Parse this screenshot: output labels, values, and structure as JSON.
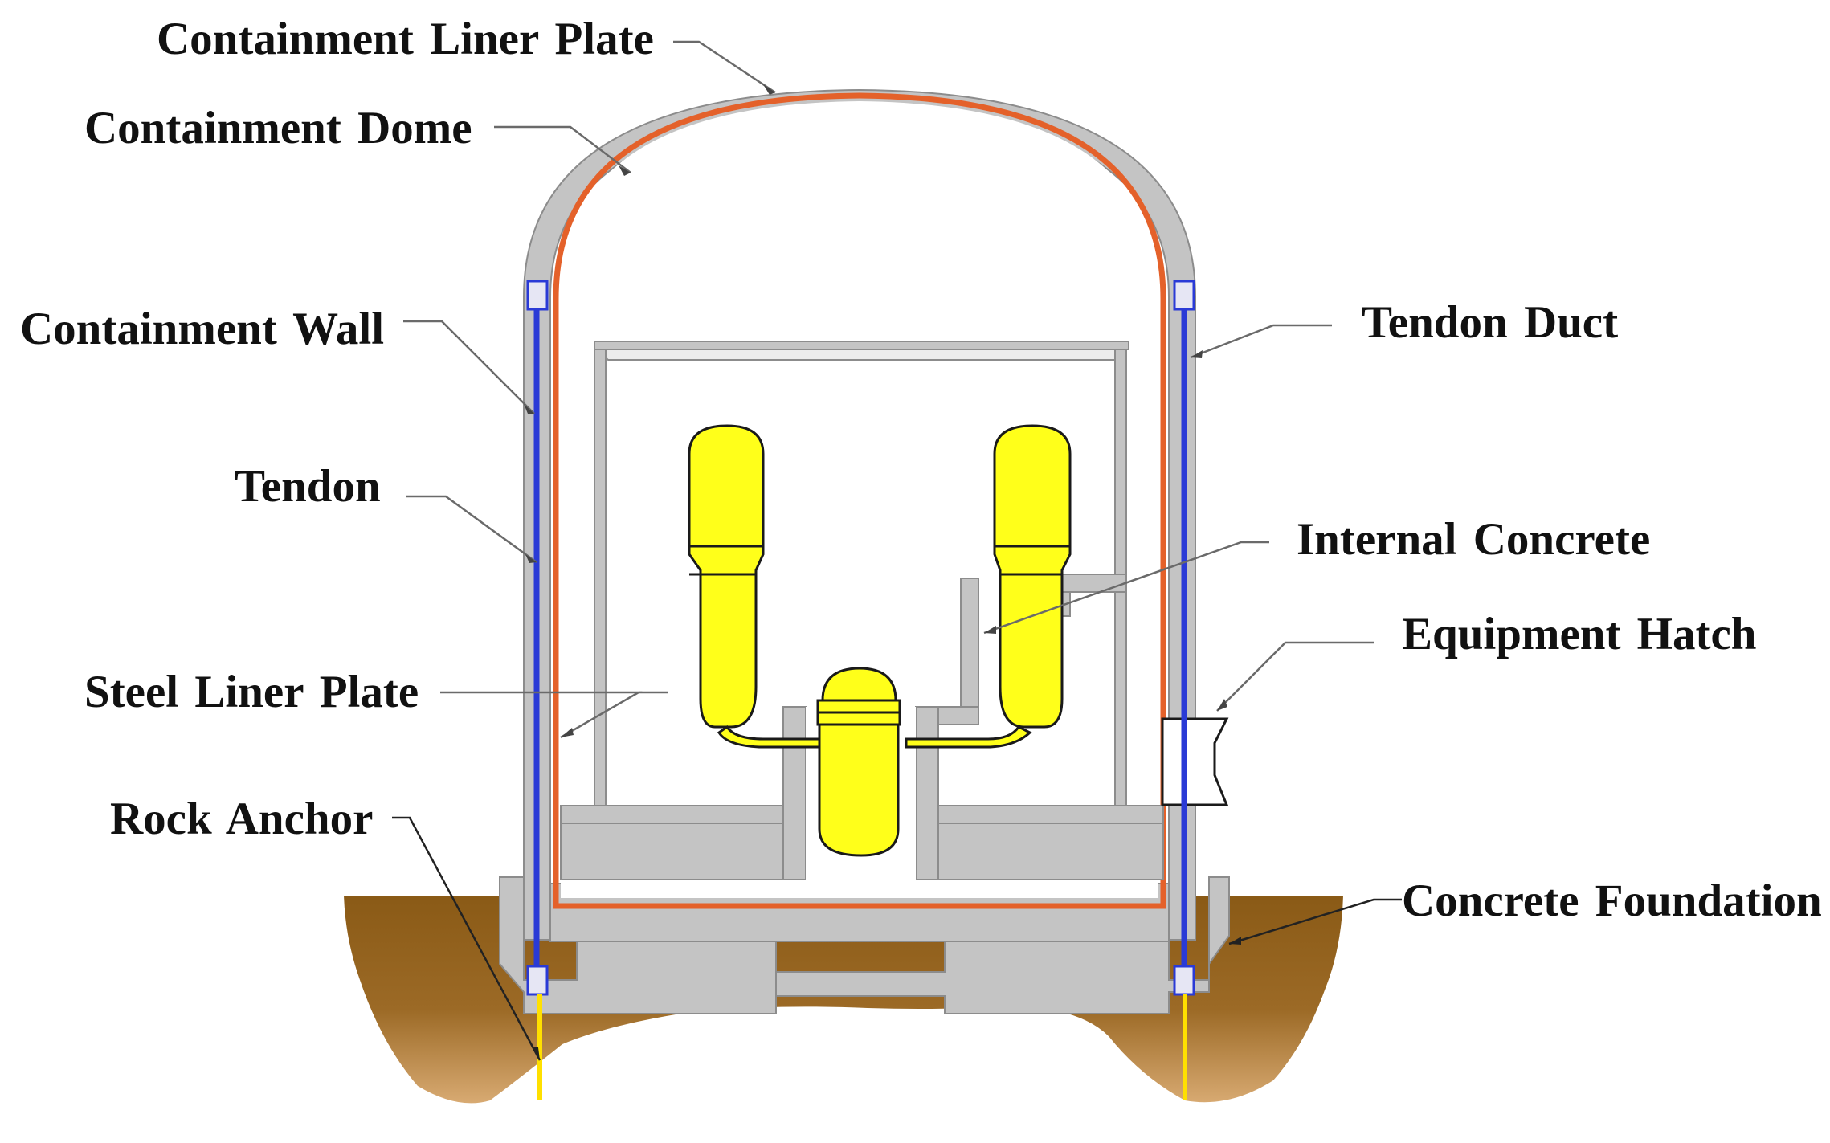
{
  "labels": {
    "containment_liner_plate": "Containment Liner Plate",
    "containment_dome": "Containment Dome",
    "containment_wall": "Containment Wall",
    "tendon": "Tendon",
    "steel_liner_plate": "Steel Liner Plate",
    "rock_anchor": "Rock Anchor",
    "tendon_duct": "Tendon Duct",
    "internal_concrete": "Internal Concrete",
    "equipment_hatch": "Equipment Hatch",
    "concrete_foundation": "Concrete Foundation"
  },
  "colors": {
    "concrete": "#c4c4c4",
    "concrete_edge": "#8c8c8c",
    "liner": "#e4612a",
    "tendon": "#2a3ad6",
    "equipment": "#ffff1a",
    "equipment_edge": "#1a1a1a",
    "ground_dark": "#8a5a16",
    "ground_light": "#c8975a",
    "anchor": "#ffe000"
  }
}
